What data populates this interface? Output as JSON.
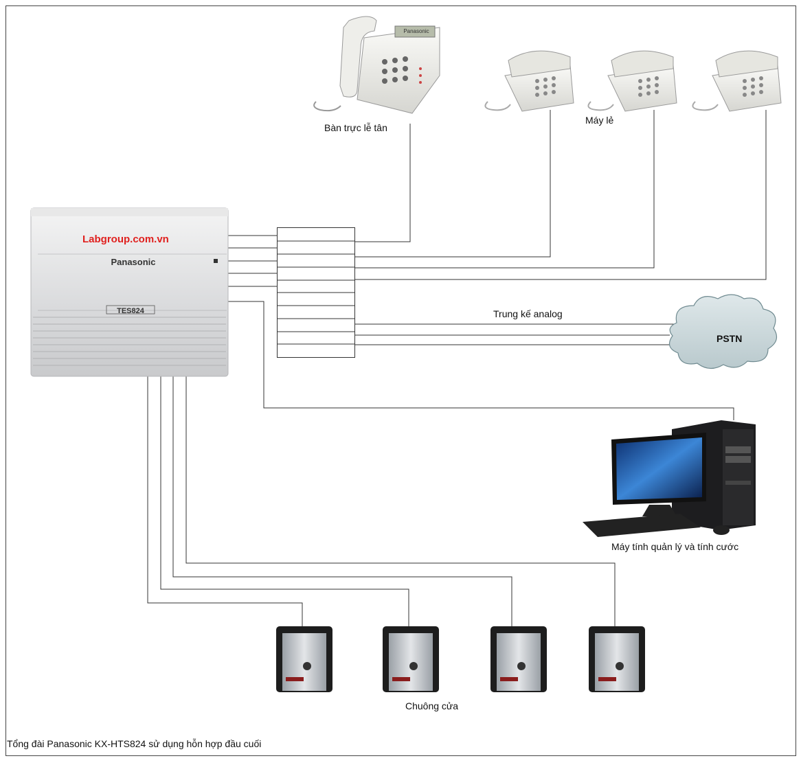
{
  "labels": {
    "reception_phone": "Bàn trực lễ tân",
    "extensions": "Máy lẻ",
    "trunk": "Trung kế analog",
    "pstn": "PSTN",
    "computer": "Máy tính quản lý và tính cước",
    "doorbells": "Chuông cửa",
    "caption": "Tổng đài Panasonic KX-HTS824 sử dụng  hỗn hợp đầu cuối"
  },
  "pbx": {
    "watermark": "Labgroup.com.vn",
    "brand": "Panasonic",
    "model": "TES824",
    "brand_color": "#e0201e"
  },
  "devices": {
    "reception_phone_brand": "Panasonic",
    "extension_count": 3,
    "doorbell_count": 4,
    "icons": [
      "pbx-icon",
      "desk-phone-icon",
      "analog-phone-icon",
      "cloud-icon",
      "computer-icon",
      "doorbell-icon"
    ]
  }
}
